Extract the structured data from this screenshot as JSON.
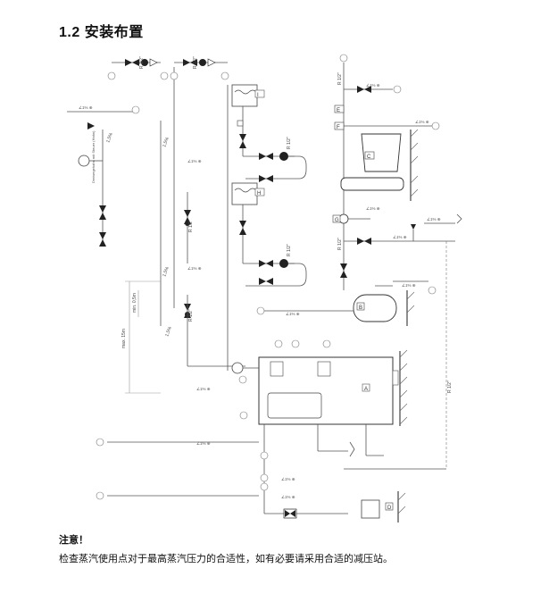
{
  "header": {
    "title": "1.2 安装布置"
  },
  "note": {
    "title": "注意！",
    "body": "检查蒸汽使用点对于最高蒸汽压力的合适性，如有必要请采用合适的减压站。"
  },
  "diagram": {
    "component_labels": [
      "A",
      "B",
      "C",
      "D",
      "E",
      "F",
      "G",
      "H",
      "I"
    ],
    "pipe_labels": [
      "R 1/2\"",
      "R 1/2\"",
      "R 1/2\"",
      "R 1/2\"",
      "R 1/2\"",
      "R 1/2\"",
      "R 1/2\"",
      "R 1/2\"",
      "R 1/2\""
    ],
    "drain_labels": [
      "∠1% ⊕",
      "∠1% ⊕",
      "∠1% ⊕",
      "∠1% ⊕",
      "∠1% ⊕",
      "∠1% ⊕",
      "∠1% ⊕",
      "∠1% ⊕",
      "∠1% ⊕",
      "∠1% ⊕",
      "∠1% ⊕",
      "∠1% ⊕",
      "∠1% ⊕",
      "∠1% ⊕"
    ],
    "slope_labels": [
      "1,5%",
      "1,5%",
      "1,5%",
      "1,5%"
    ],
    "dimension_labels": [
      "min. 0,5m",
      "max. 15m"
    ],
    "vertical_label": "Dreiwegehahn mit Steuer (Hahn)"
  }
}
